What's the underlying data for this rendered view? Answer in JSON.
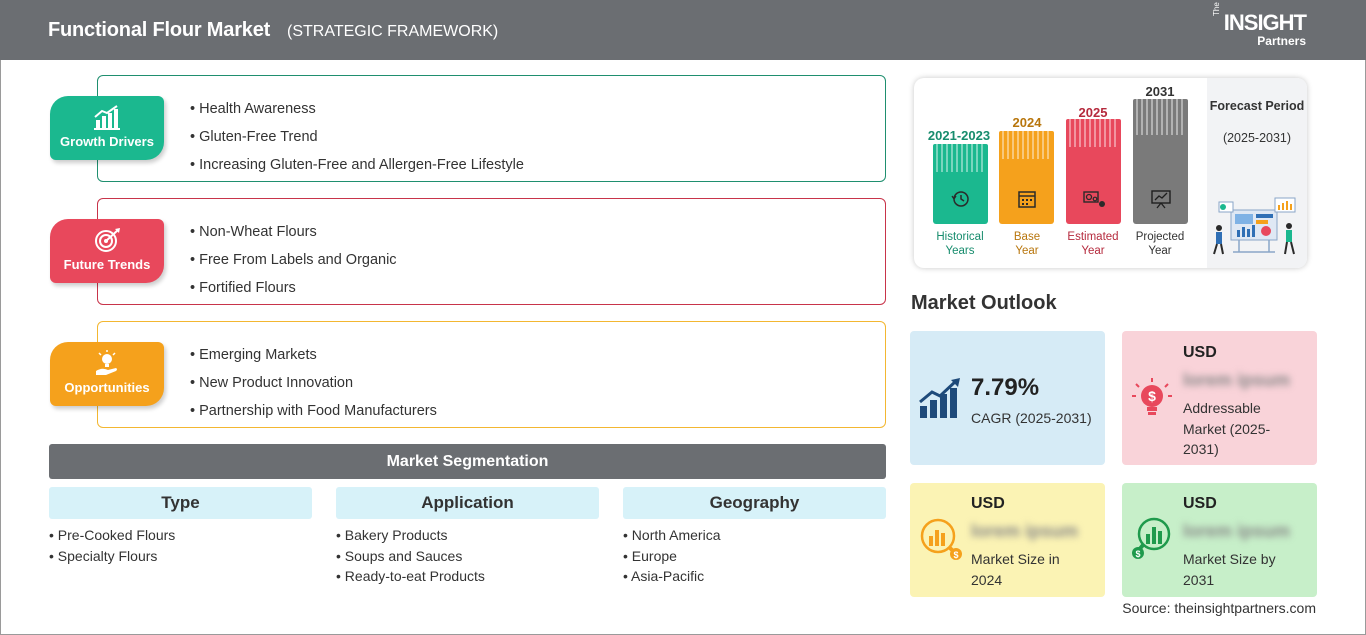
{
  "header": {
    "title": "Functional Flour Market",
    "subtitle": "(STRATEGIC FRAMEWORK)",
    "logo": {
      "the": "The",
      "insight": "INSIGHT",
      "partners": "Partners"
    }
  },
  "framework": [
    {
      "tag": "Growth Drivers",
      "icon": "growth-chart-icon",
      "color": "#1bb88f",
      "border": "#1f8f6f",
      "items": [
        "Health Awareness",
        "Gluten-Free Trend",
        "Increasing Gluten-Free and Allergen-Free Lifestyle"
      ]
    },
    {
      "tag": "Future Trends",
      "icon": "target-icon",
      "color": "#e8485c",
      "border": "#c8344a",
      "items": [
        "Non-Wheat Flours",
        "Free From Labels and Organic",
        "Fortified Flours"
      ]
    },
    {
      "tag": "Opportunities",
      "icon": "lightbulb-hand-icon",
      "color": "#f5a11c",
      "border": "#f3b731",
      "items": [
        "Emerging Markets",
        "New Product Innovation",
        "Partnership with Food Manufacturers"
      ]
    }
  ],
  "segmentation": {
    "title": "Market Segmentation",
    "columns": [
      {
        "head": "Type",
        "items": [
          "Pre-Cooked Flours",
          "Specialty Flours"
        ]
      },
      {
        "head": "Application",
        "items": [
          "Bakery Products",
          "Soups and Sauces",
          "Ready-to-eat Products"
        ]
      },
      {
        "head": "Geography",
        "items": [
          "North America",
          "Europe",
          "Asia-Pacific"
        ]
      }
    ]
  },
  "timeline": {
    "bars": [
      {
        "year": "2021-2023",
        "caption1": "Historical",
        "caption2": "Years",
        "color": "#1bb88f",
        "text_color": "#178c6d",
        "icon": "history-icon"
      },
      {
        "year": "2024",
        "caption1": "Base",
        "caption2": "Year",
        "color": "#f5a11c",
        "text_color": "#b8760d",
        "icon": "calendar-icon"
      },
      {
        "year": "2025",
        "caption1": "Estimated",
        "caption2": "Year",
        "color": "#e8485c",
        "text_color": "#b52a3d",
        "icon": "gears-icon"
      },
      {
        "year": "2031",
        "caption1": "Projected",
        "caption2": "Year",
        "color": "#7a7a7a",
        "text_color": "#333333",
        "icon": "presentation-icon"
      }
    ],
    "forecast_title": "Forecast Period",
    "forecast_range": "(2025-2031)",
    "forecast_icon": "analytics-people-icon"
  },
  "outlook": {
    "title": "Market Outlook",
    "cagr": {
      "value": "7.79%",
      "label": "CAGR (2025-2031)",
      "icon": "cagr-chart-icon",
      "bg": "#d6ebf6"
    },
    "addressable": {
      "currency": "USD",
      "value": "lorem ipsum",
      "label": "Addressable Market (2025-2031)",
      "icon": "money-bulb-icon",
      "bg": "#f9d3d9"
    },
    "size_2024": {
      "currency": "USD",
      "value": "lorem ipsum",
      "label": "Market Size in 2024",
      "icon": "coin-chart-icon",
      "bg": "#fbf3b4"
    },
    "size_2031": {
      "currency": "USD",
      "value": "lorem ipsum",
      "label": "Market Size by 2031",
      "icon": "magnifier-chart-icon",
      "bg": "#c7efc9"
    }
  },
  "source": "Source: theinsightpartners.com"
}
